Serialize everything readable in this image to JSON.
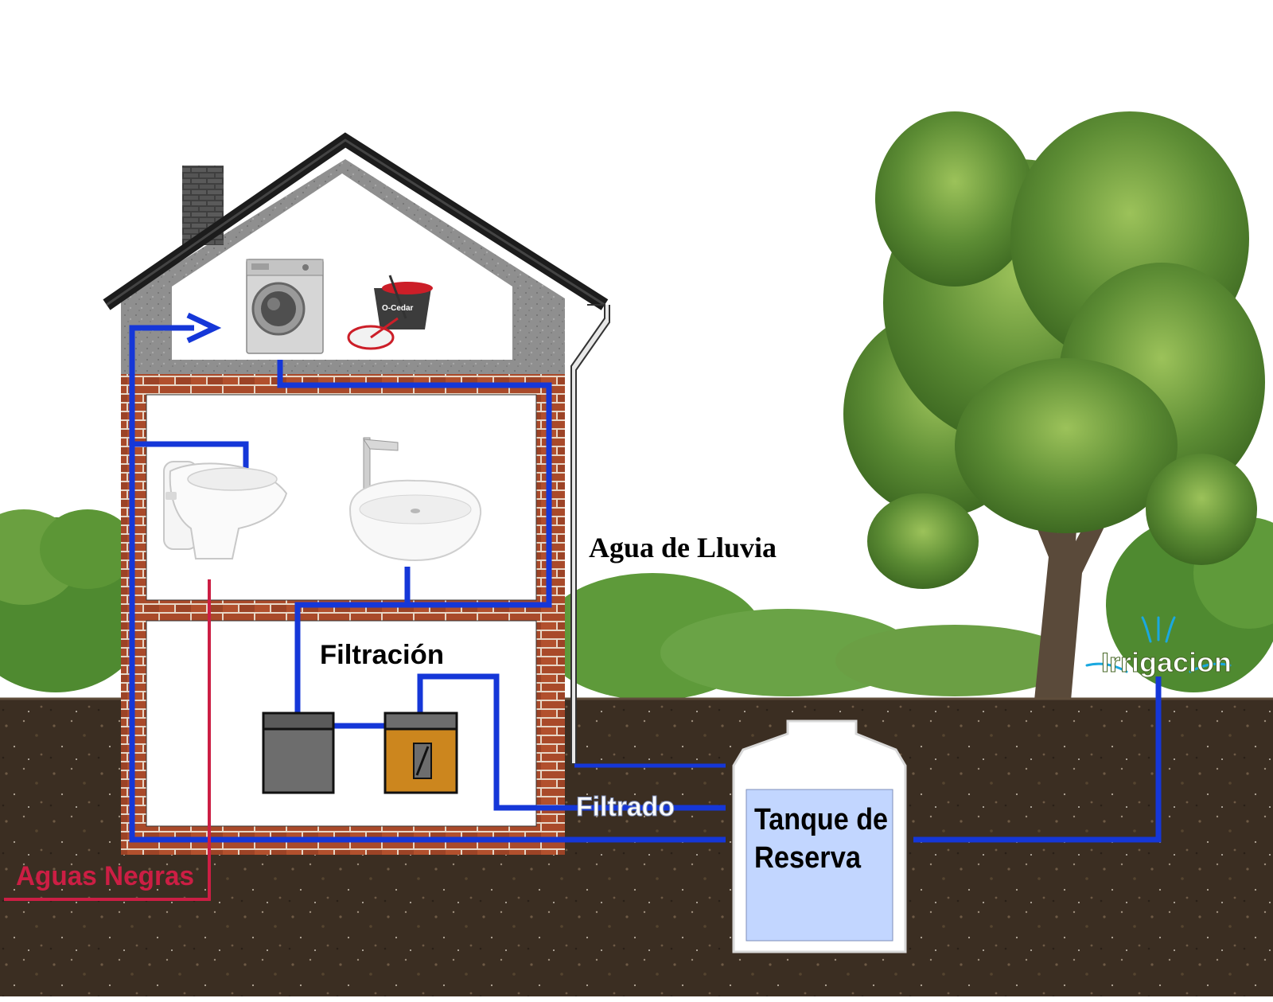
{
  "labels": {
    "rain_water": "Agua de Lluvia",
    "filtration": "Filtración",
    "filtered": "Filtrado",
    "tank_line1": "Tanque de",
    "tank_line2": "Reserva",
    "irrigation": "Irrigacion",
    "black_water": "Aguas Negras",
    "mop_brand": "O-Cedar"
  },
  "colors": {
    "pipe_blue": "#1537d8",
    "black_water": "#cc1e44",
    "tank_water": "#c2d6ff",
    "soil": "#3b2e22",
    "brick": "#a94a2a",
    "concrete": "#8f8f8f",
    "roof": "#1c1c1c",
    "filter_dark": "#6d6d6d",
    "filter_orange": "#cc861e",
    "foliage": "#5c8c34"
  },
  "icons": {
    "washing_machine": "washing-machine-icon",
    "mop_bucket": "mop-bucket-icon",
    "toilet": "toilet-icon",
    "sink": "sink-icon",
    "tree": "tree-icon",
    "sprinkler": "sprinkler-icon",
    "arrow": "arrow-right-icon"
  }
}
